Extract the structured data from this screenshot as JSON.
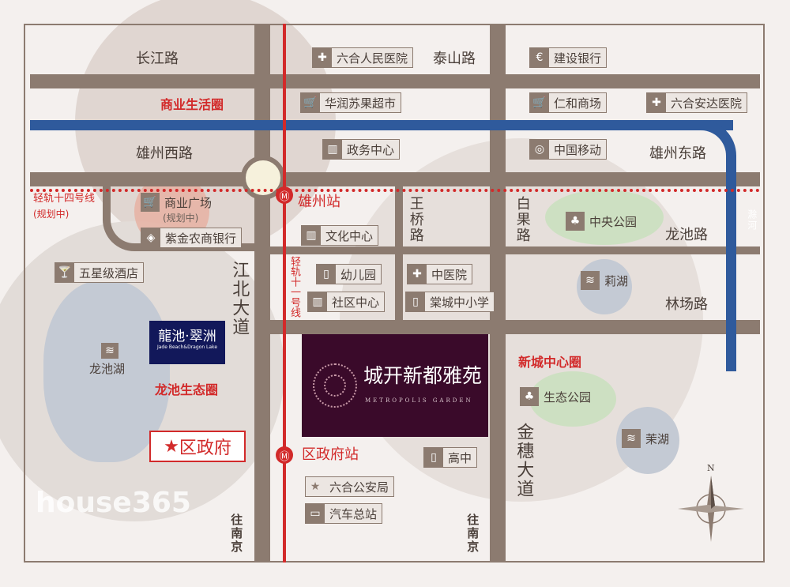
{
  "roads": {
    "changjiang": "长江路",
    "taishan": "泰山路",
    "xiongzhou_west": "雄州西路",
    "xiongzhou_east": "雄州东路",
    "jiangbei": "江北大道",
    "wangqiao": "王桥路",
    "baiguo": "白果路",
    "longchi": "龙池路",
    "linchang": "林场路",
    "jinsui": "金穗大道",
    "to_nanjing_1": "往南京",
    "to_nanjing_2": "往南京",
    "chuhe": "滁河"
  },
  "zones": {
    "commercial": "商业生活圈",
    "longchi_eco": "龙池生态圈",
    "new_city": "新城中心圈"
  },
  "rail": {
    "line14": "轻轨十四号线",
    "line14_note": "(规划中)",
    "line11": "轻轨十一号线",
    "station_xiongzhou": "雄州站",
    "station_quzhengfu": "区政府站"
  },
  "pois": [
    {
      "label": "六合人民医院",
      "icon": "cross-icon"
    },
    {
      "label": "建设银行",
      "icon": "bank-icon"
    },
    {
      "label": "华润苏果超市",
      "icon": "cart-icon"
    },
    {
      "label": "仁和商场",
      "icon": "cart-icon"
    },
    {
      "label": "六合安达医院",
      "icon": "cross-icon"
    },
    {
      "label": "政务中心",
      "icon": "building-icon"
    },
    {
      "label": "中国移动",
      "icon": "mobile-icon"
    },
    {
      "label": "商业广场",
      "icon": "cart-icon"
    },
    {
      "label": "紫金农商银行",
      "icon": "coin-icon"
    },
    {
      "label": "文化中心",
      "icon": "building-icon"
    },
    {
      "label": "中央公园",
      "icon": "tree-icon"
    },
    {
      "label": "五星级酒店",
      "icon": "glass-icon"
    },
    {
      "label": "幼儿园",
      "icon": "book-icon"
    },
    {
      "label": "中医院",
      "icon": "cross-icon"
    },
    {
      "label": "莉湖",
      "icon": "water-icon"
    },
    {
      "label": "社区中心",
      "icon": "building-icon"
    },
    {
      "label": "棠城中小学",
      "icon": "book-icon"
    },
    {
      "label": "龙池湖",
      "icon": "water-icon"
    },
    {
      "label": "生态公园",
      "icon": "tree-icon"
    },
    {
      "label": "茉湖",
      "icon": "water-icon"
    },
    {
      "label": "高中",
      "icon": "book-icon"
    },
    {
      "label": "六合公安局",
      "icon": "star-icon"
    },
    {
      "label": "汽车总站",
      "icon": "bus-icon"
    }
  ],
  "plaza_note": "(规划中)",
  "district_gov": "区政府",
  "landmark": {
    "name": "龍池·翠洲",
    "sub": "Jade Beach&Dragon Lake"
  },
  "project": {
    "name": "城开新都雅苑",
    "en": "METROPOLIS GARDEN"
  },
  "compass": "N",
  "watermark": "house365",
  "colors": {
    "road": "#8c7b70",
    "metro_blue": "#2f5a9c",
    "rail_red": "#d22a2a",
    "project": "#3a0a2a",
    "landmark": "#12185a"
  }
}
